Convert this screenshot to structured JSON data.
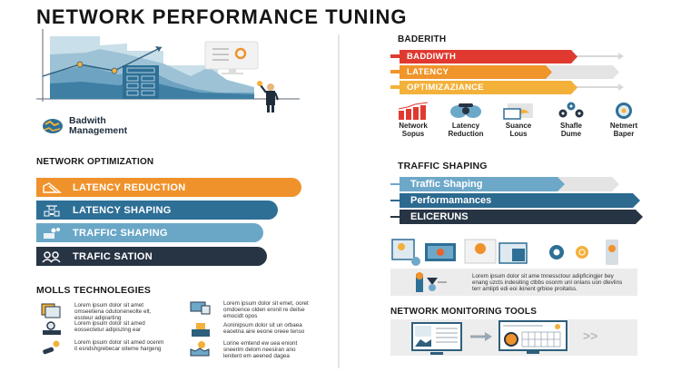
{
  "page": {
    "title": "NETWORK PERFORMANCE TUNING"
  },
  "hero": {
    "badge_line1": "Badwith",
    "badge_line2": "Management"
  },
  "network_optimization": {
    "heading": "NETWORK OPTIMIZATION",
    "bars": [
      {
        "label": "LATENCY REDUCTION",
        "color": "#f0922b",
        "icon": "network-diagram-icon"
      },
      {
        "label": "LATENCY SHAPING",
        "color": "#2e6f96",
        "icon": "server-rack-icon"
      },
      {
        "label": "TRAFFIC SHAPING",
        "color": "#6aa7c7",
        "icon": "people-laptop-icon"
      },
      {
        "label": "TRAFIC SATION",
        "color": "#273444",
        "icon": "users-group-icon"
      }
    ]
  },
  "baderith": {
    "heading": "BADERITH",
    "bars": [
      {
        "label": "BADDIWTH",
        "color": "#e03a30"
      },
      {
        "label": "LATENCY",
        "color": "#f0952a"
      },
      {
        "label": "OPTIMIZAZIANCE",
        "color": "#f3b13a"
      }
    ],
    "icons": [
      {
        "line1": "Network",
        "line2": "Sopus",
        "icon": "bar-chart-growth-icon"
      },
      {
        "line1": "Latency",
        "line2": "Reduction",
        "icon": "router-hub-icon"
      },
      {
        "line1": "Suance",
        "line2": "Lous",
        "icon": "monitor-cloud-icon"
      },
      {
        "line1": "Shafle",
        "line2": "Dume",
        "icon": "network-nodes-icon"
      },
      {
        "line1": "Netmert",
        "line2": "Baper",
        "icon": "gear-network-icon"
      }
    ]
  },
  "traffic_shaping": {
    "heading": "TRAFFIC SHAPING",
    "bars": [
      {
        "label": "Traffic Shaping",
        "color": "#6ea8c9"
      },
      {
        "label": "Performamances",
        "color": "#2c6a8f"
      },
      {
        "label": "ELICERUNS",
        "color": "#273444"
      }
    ],
    "description": "Lorem ipsum dolor sit ame tnnessctour adipficingjer bey enang uzcts indesiting ctbbs osonm unl onlans uon dlevlins terr amlipti edi eoi ikinent grbioe proitalss."
  },
  "monitoring": {
    "heading": "NETWORK MONITORING TOOLS",
    "next_glyph": ">>"
  },
  "molls_technologies": {
    "heading": "MOLLS TECHNOLEGIES",
    "items": [
      {
        "text": "Lorem ipsum dolor sit amet omseetiena odutoneneolte elt, essteur adipiarting",
        "icon": "documents-stack-icon"
      },
      {
        "text": "Lorem ipsum dolor sit amed eossectetur adipiszing ear",
        "icon": "user-desk-icon"
      },
      {
        "text": "Lorem ipsum dolor sit amed ocenm it esndshgrebecar oiteme hargeng",
        "icon": "satellite-sun-icon"
      },
      {
        "text": "Lorem ipsum dolor sit emet, ooret omdoence olden eronit re deilse emocidt opos",
        "icon": "desktop-computers-icon"
      },
      {
        "text": "Aoninipsum dolor sit un orbaea eaoetna aire eeone oreee tenso",
        "icon": "money-box-icon"
      },
      {
        "text": "Lorine emtend ew uea eniont sneerim delom neesiran ano lenitent em aeened dagea",
        "icon": "cityscape-coin-icon"
      }
    ]
  }
}
